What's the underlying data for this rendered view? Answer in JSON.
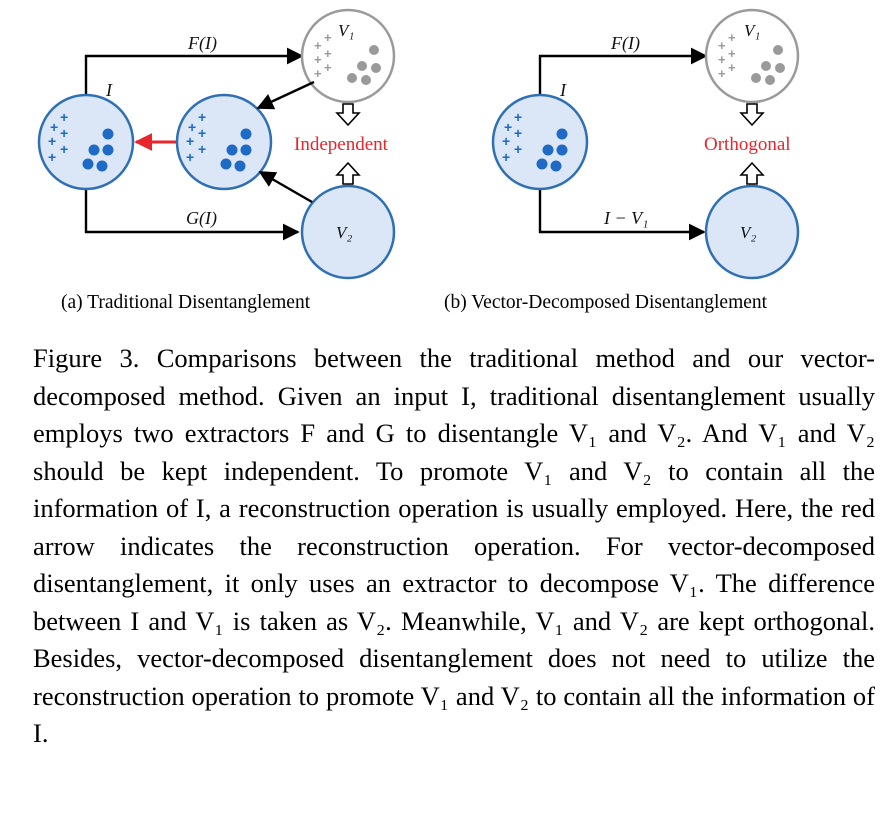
{
  "panel_a": {
    "caption": "(a) Traditional Disentanglement",
    "input_label": "I",
    "v1_label": "V₁",
    "v2_label": "V₂",
    "top_edge_label": "F(I)",
    "bottom_edge_label": "G(I)",
    "relation_label": "Independent",
    "relation_color": "#e8242c"
  },
  "panel_b": {
    "caption": "(b) Vector-Decomposed Disentanglement",
    "input_label": "I",
    "v1_label": "V₁",
    "v2_label": "V₂",
    "top_edge_label": "F(I)",
    "bottom_edge_label": "I − V₁",
    "relation_label": "Orthogonal",
    "relation_color": "#e8242c"
  },
  "colors": {
    "node_fill_blue": "#dbe7f6",
    "node_stroke_blue": "#2f6fb5",
    "dot_blue": "#1e6ac4",
    "node_stroke_gray": "#9a9a9a",
    "dot_gray": "#9a9a9a",
    "reconstruction_arrow": "#e8242c"
  },
  "caption": "Figure 3. Comparisons between the traditional method and our vector-decomposed method. Given an input I, traditional disentanglement usually employs two extractors F and G to disentangle V₁ and V₂. And V₁ and V₂ should be kept independent. To promote V₁ and V₂ to contain all the information of I, a reconstruction operation is usually employed. Here, the red arrow indicates the reconstruction operation. For vector-decomposed disentanglement, it only uses an extractor to decompose V₁. The difference between I and V₁ is taken as V₂. Meanwhile, V₁ and V₂ are kept orthogonal. Besides, vector-decomposed disentanglement does not need to utilize the reconstruction operation to promote V₁ and V₂ to contain all the information of I."
}
